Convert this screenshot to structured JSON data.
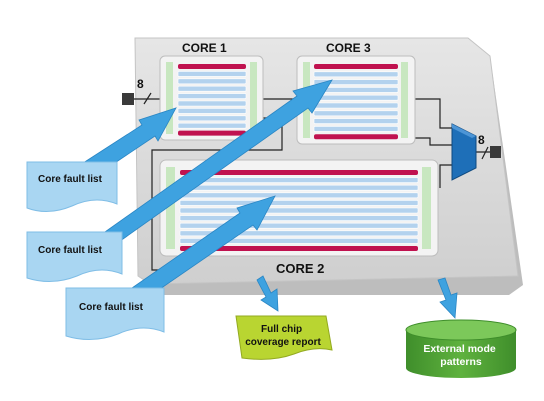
{
  "cores": {
    "core1": "CORE 1",
    "core2": "CORE 2",
    "core3": "CORE 3"
  },
  "bus_width_in": "8",
  "bus_width_out": "8",
  "fault_lists": [
    "Core fault list",
    "Core fault list",
    "Core fault list"
  ],
  "outputs": {
    "coverage_report": "Full chip coverage report",
    "external_patterns": "External mode patterns"
  },
  "colors": {
    "chip": "#dcdcdc",
    "arrow_blue": "#3ea2e0",
    "fault_card": "#a9d6f2",
    "report_green": "#b9d531",
    "pattern_green": "#56a93a",
    "scan_red": "#c0124f",
    "scan_blue": "#b3d2ee",
    "mux_blue": "#1e6fb8"
  }
}
